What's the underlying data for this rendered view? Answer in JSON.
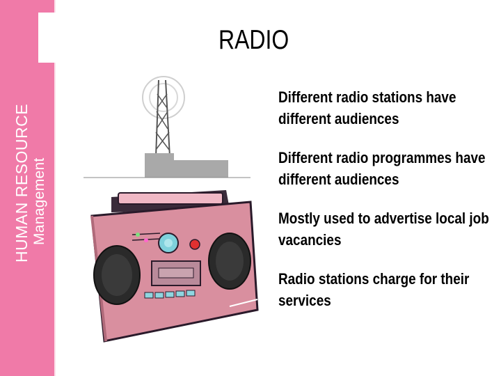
{
  "slide": {
    "title": "RADIO",
    "side_label_line1": "HUMAN RESOURCE",
    "side_label_line2": "Management",
    "bullets": [
      "Different radio stations have different audiences",
      "Different radio programmes have different audiences",
      "Mostly used to advertise local job vacancies",
      "Radio stations charge for their services"
    ]
  },
  "colors": {
    "side_bar": "#f07aa8",
    "radio_body": "#d98f9f",
    "speaker": "#2a2a2a",
    "knob": "#7fd1dc"
  },
  "icons": [
    "radio-tower-icon",
    "boombox-icon"
  ]
}
